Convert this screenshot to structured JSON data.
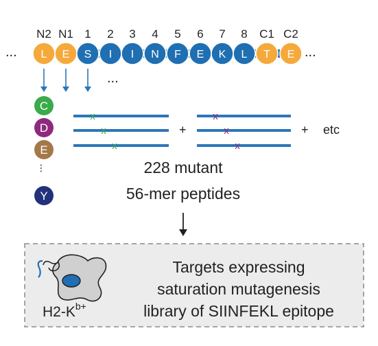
{
  "sequence": {
    "position_labels": [
      "N2",
      "N1",
      "1",
      "2",
      "3",
      "4",
      "5",
      "6",
      "7",
      "8",
      "C1",
      "C2"
    ],
    "residues": [
      "L",
      "E",
      "S",
      "I",
      "I",
      "N",
      "F",
      "E",
      "K",
      "L",
      "T",
      "E"
    ],
    "residue_kinds": [
      "flank",
      "flank",
      "core",
      "core",
      "core",
      "core",
      "core",
      "core",
      "core",
      "core",
      "flank",
      "flank"
    ],
    "ellipsis": "...",
    "below_ellipsis": "..."
  },
  "substitutions": {
    "amino_acids": [
      "C",
      "D",
      "E",
      "...",
      "Y"
    ],
    "amino_acid_colors": [
      "#3aaa4a",
      "#8e2a7d",
      "#a57848",
      "",
      "#22317a"
    ]
  },
  "peptides": {
    "plus": "+",
    "etc": "etc",
    "line1": "228 mutant",
    "line2": "56-mer peptides",
    "mark": "x",
    "mark_colors": [
      "#3aaa4a",
      "#8e2a7d"
    ]
  },
  "target": {
    "text_lines": [
      "Targets expressing",
      "saturation mutagenesis",
      "library of SIINFEKL epitope"
    ],
    "cell_label_main": "H2-K",
    "cell_label_sup": "b+"
  },
  "colors": {
    "flank": "#f6a93b",
    "core": "#1f6fb2",
    "line": "#2b76b9",
    "arrow": "#2b76b9",
    "box_fill": "#ececec",
    "box_border": "#9a9a9a",
    "cell_fill": "#d0d0d0",
    "nucleus": "#1f6fb2"
  }
}
